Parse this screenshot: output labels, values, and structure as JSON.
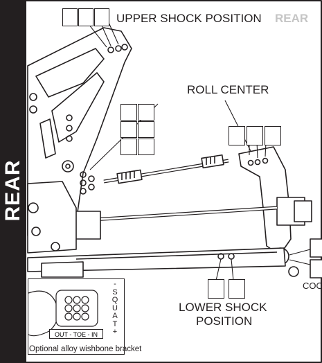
{
  "side_label": "REAR",
  "upper_shock": {
    "label": "UPPER SHOCK POSITION",
    "rear_word": "REAR"
  },
  "roll_center": {
    "label": "ROLL CENTER"
  },
  "lower_shock": {
    "line1": "LOWER SHOCK",
    "line2": "POSITION"
  },
  "cut_label": "COO",
  "inset": {
    "toe_label": "OUT - TOE - IN",
    "squat_label": "- S Q U A T +",
    "caption": "Optional alloy wishbone bracket"
  },
  "colors": {
    "ink": "#231f20",
    "faded": "#c5c5c5",
    "background": "#ffffff"
  }
}
